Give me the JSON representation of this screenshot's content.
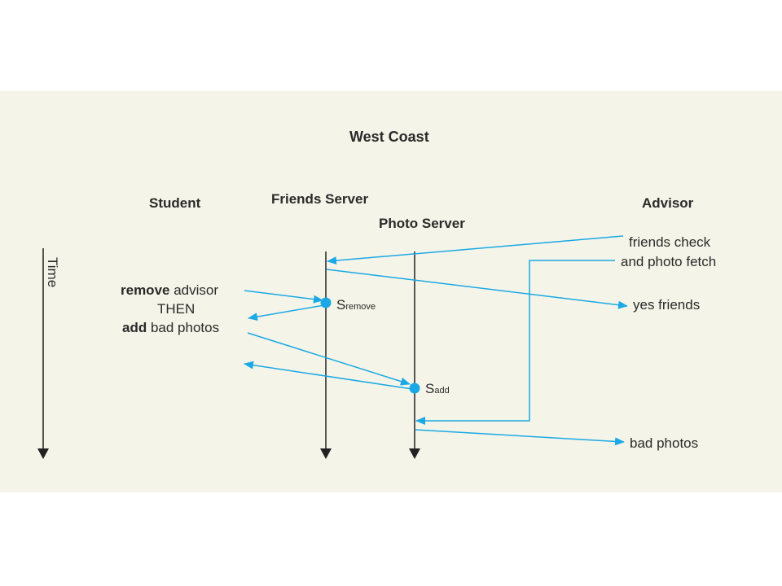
{
  "colors": {
    "background": "#f5f4e8",
    "arrow": "#1aa9e6",
    "line": "#222222"
  },
  "title": "West Coast",
  "participants": {
    "student": "Student",
    "friends_server": "Friends Server",
    "photo_server": "Photo Server",
    "advisor": "Advisor"
  },
  "time_label": "Time",
  "student_actions": {
    "remove_bold": "remove",
    "remove_rest": " advisor",
    "then": "THEN",
    "add_bold": "add",
    "add_rest": " bad photos"
  },
  "events": {
    "s_remove": {
      "base": "S",
      "sub": "remove"
    },
    "s_add": {
      "base": "S",
      "sub": "add"
    }
  },
  "advisor_actions": {
    "request_line1": "friends check",
    "request_line2": "and photo fetch",
    "reply_friends": "yes friends",
    "reply_photos": "bad photos"
  }
}
